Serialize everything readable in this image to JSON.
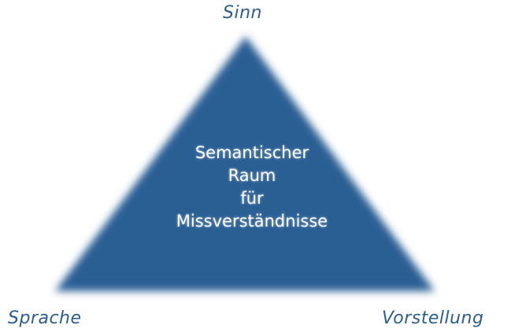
{
  "diagram": {
    "type": "semantic-triangle",
    "fill_color": "#2a5f94",
    "vertices": {
      "top": "Sinn",
      "bottom_left": "Sprache",
      "bottom_right": "Vorstellung"
    },
    "center_text": [
      "Semantischer",
      "Raum",
      "für",
      "Missverständnisse"
    ],
    "label_color": "#2b5d8f",
    "text_color": "#ffffff"
  }
}
